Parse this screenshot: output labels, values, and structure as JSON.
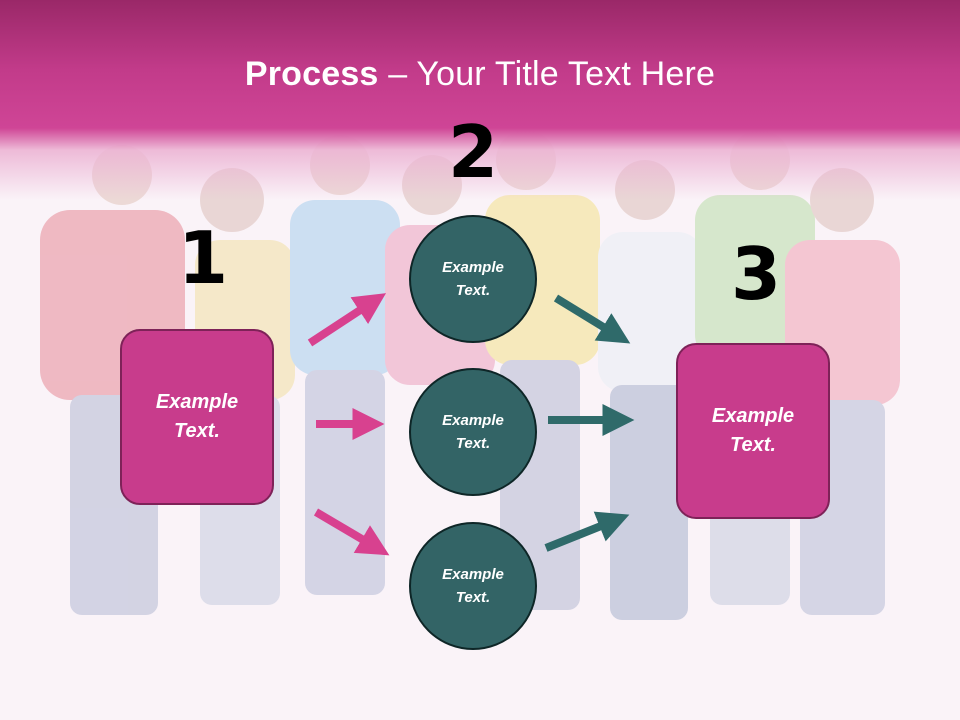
{
  "slide": {
    "title_strong": "Process",
    "title_rest": " – Your Title Text Here"
  },
  "steps": {
    "one": {
      "number": "1"
    },
    "two": {
      "number": "2"
    },
    "three": {
      "number": "3"
    }
  },
  "boxes": {
    "left": {
      "text": "Example\nText."
    },
    "right": {
      "text": "Example\nText."
    }
  },
  "circles": {
    "top": {
      "text": "Example\nText."
    },
    "middle": {
      "text": "Example\nText."
    },
    "bottom": {
      "text": "Example\nText."
    }
  },
  "colors": {
    "header": "#c23b8a",
    "box_fill": "#c83c8c",
    "circle_fill": "#336466",
    "pink_arrow": "#d8418f",
    "teal_arrow": "#2f6a6a"
  },
  "background": {
    "image": "group of young people in colorful t-shirts walking"
  }
}
